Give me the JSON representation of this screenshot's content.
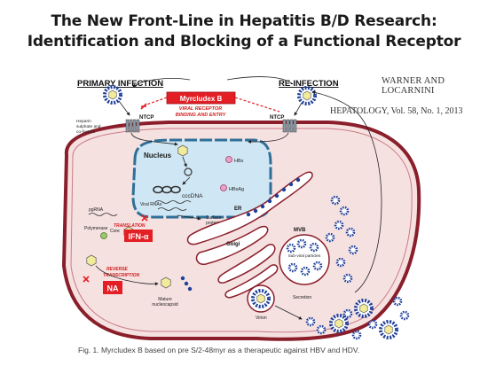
{
  "title_line1": "The New Front-Line in Hepatitis B/D Research:",
  "title_line2": "Identification and Blocking of a Functional Receptor",
  "author": "WARNER AND LOCARNINI",
  "journal": "HEPATOLOGY, Vol. 58, No. 1, 2013",
  "caption": "Fig. 1. Myrcludex B based on pre S/2-48myr as a therapeutic against HBV and HDV.",
  "diagram": {
    "primary_infection": "PRIMARY INFECTION",
    "reinfection": "RE-INFECTION",
    "myrcludex": "Myrcludex B",
    "viral_receptor_line1": "VIRAL RECEPTOR",
    "viral_receptor_line2": "BINDING AND ENTRY",
    "ntcp_left": "NTCP",
    "ntcp_right": "NTCP",
    "heparin_line1": "Heparin",
    "heparin_line2": "sulphate and",
    "heparin_line3": "co-factors",
    "nucleus": "Nucleus",
    "cccdna": "cccDNA",
    "viral_rnas": "Viral RNAs",
    "hbx": "HBx",
    "hbsag": "HBsAg",
    "pgrna": "pgRNA",
    "polymerase": "Polymerase",
    "core": "Core",
    "translation": "TRANSLATION",
    "ifn": "IFN-α",
    "surface_line1": "Surface",
    "surface_line2": "proteins",
    "er": "ER",
    "golgi": "Golgi",
    "mvb": "MVB",
    "subviral": "Sub-viral particles",
    "reverse_line1": "REVERSE",
    "reverse_line2": "TRANSCRIPTION",
    "na": "NA",
    "mature_line1": "Mature",
    "mature_line2": "nucleocapsid",
    "virion": "Virion",
    "secretion": "Secretion",
    "colors": {
      "cell_fill": "#f6e1e1",
      "cell_border": "#8a1f2b",
      "nucleus_fill": "#cfe6f4",
      "nucleus_border": "#2f6f97",
      "drug_red": "#e31e24",
      "viral_blue": "#1d3f9a",
      "label_red": "#d01e1e"
    }
  }
}
